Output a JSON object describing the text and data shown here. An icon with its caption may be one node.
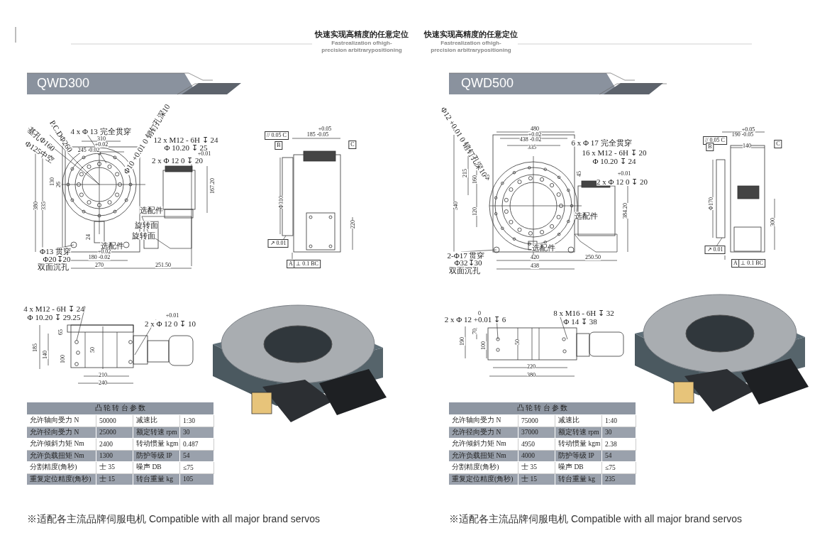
{
  "diagram": {
    "labels": [
      "快速实现高精度的任意定位",
      "Fastrealization ofhigh-precision arbitrarypositioning",
      "快速实现高精度的任意定位",
      "Fastrealization ofhigh-precision arbitrarypositioning",
      "QWD300",
      "QWD500",
      "基孔Φ160",
      "P.C.DΦ260",
      "Φ125中空",
      "4 x Φ 13 完全贯穿",
      "310",
      "+0.02",
      "245 -0.02",
      "Φ10 +0.01 0 销钉孔深10",
      "12 x M12 - 6H ↧ 24",
      "Φ 10.20 ↧ 25",
      "+0.01",
      "2 x Φ 12 0 ↧ 20",
      "167.20",
      "130",
      "26",
      "380",
      "335",
      "选配件",
      "旋转面",
      "24",
      "旋转面",
      "选配件",
      "+0.02",
      "180 -0.02",
      "Φ13 贯穿",
      "Φ20↧20",
      "双面沉孔",
      "270",
      "251.50",
      "// 0.05 C",
      "+0.05",
      "185 -0.05",
      "B",
      "C",
      "Φ310",
      "220",
      "↗ 0.01",
      "A",
      "⊥ 0.1 BC",
      "4 x M12 - 6H ↧ 24",
      "Φ 10.20 ↧ 29.25",
      "+0.01",
      "2 x Φ 12 0 ↧ 10",
      "65",
      "185",
      "140",
      "100",
      "50",
      "210",
      "240",
      "480",
      "+0.02",
      "438 -0.02",
      "335",
      "Φ12 +0.01 0 销钉孔深10",
      "6 x Φ 17 完全贯穿",
      "16 x M12 - 6H ↧ 20",
      "Φ 10.20 ↧ 24",
      "45",
      "45",
      "+0.01",
      "2 x Φ 12 0 ↧ 20",
      "215",
      "160",
      "540",
      "120",
      "384.20",
      "选配件",
      "选配件",
      "2-Φ17 贯穿",
      "Φ32↧30",
      "双面沉孔",
      "420",
      "250.50",
      "438",
      "// 0.05 C",
      "+0.05",
      "190 -0.05",
      "B",
      "140",
      "C",
      "Φ170",
      "300",
      "↗ 0.01",
      "A",
      "⊥ 0.1 BC",
      "0",
      "2 x Φ 12 +0.01 ↧ 6",
      "8 x M16 - 6H ↧ 32",
      "Φ 14 ↧ 38",
      "190",
      "70",
      "100",
      "50",
      "220",
      "380",
      "凸 轮 转 台 参 数",
      "允许轴向受力 N",
      "50000",
      "减速比",
      "1:30",
      "允许径向受力 N",
      "25000",
      "额定转速 rpm",
      "30",
      "允许倾斜力矩 Nm",
      "2400",
      "转动惯量 kgm",
      "0.487",
      "允许负载扭矩 Nm",
      "1300",
      "防护等级 IP",
      "54",
      "分割精度(角秒)",
      "士 35",
      "噪声 DB",
      "≤75",
      "重复定位精度(角秒)",
      "士 15",
      "转台重量 kg",
      "105",
      "凸 轮 转 台 参 数",
      "允许轴向受力 N",
      "75000",
      "减速比",
      "1:40",
      "允许径向受力 N",
      "37000",
      "额定转速 rpm",
      "30",
      "允许倾斜力矩 Nm",
      "4950",
      "转动惯量 kgm",
      "2.38",
      "允许负载扭矩 Nm",
      "4000",
      "防护等级 IP",
      "54",
      "分割精度(角秒)",
      "士 35",
      "噪声 DB",
      "≤75",
      "重复定位精度(角秒)",
      "士 15",
      "转台重量 kg",
      "235",
      "※适配各主流品牌伺服电机 Compatible with all major brand servos",
      "※适配各主流品牌伺服电机 Compatible with all major brand servos"
    ]
  }
}
